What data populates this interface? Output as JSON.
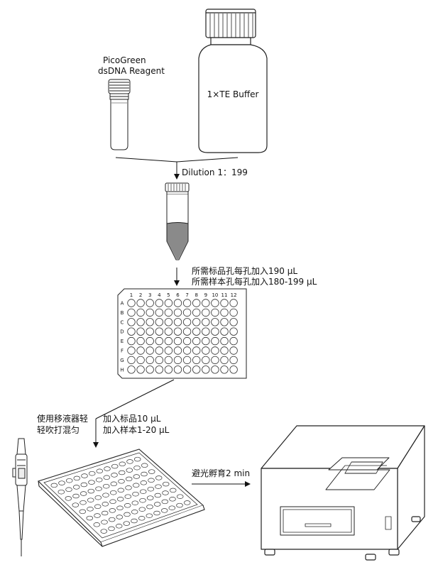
{
  "reagent_label": [
    "PicoGreen",
    "dsDNA Reagent"
  ],
  "buffer_label": "1×TE Buffer",
  "dilution_label": "Dilution 1：199",
  "plate_instructions": [
    "所需标品孔每孔加入190 μL",
    "所需样本孔每孔加入180-199 μL"
  ],
  "plate_columns": [
    "1",
    "2",
    "3",
    "4",
    "5",
    "6",
    "7",
    "8",
    "9",
    "10",
    "11",
    "12"
  ],
  "plate_rows": [
    "A",
    "B",
    "C",
    "D",
    "E",
    "F",
    "G",
    "H"
  ],
  "pipette_label": [
    "使用移液器轻",
    "轻吹打混匀"
  ],
  "add_labels": [
    "加入标品10 μL",
    "加入样本1-20 μL"
  ],
  "incubate_label": "避光孵育2 min"
}
